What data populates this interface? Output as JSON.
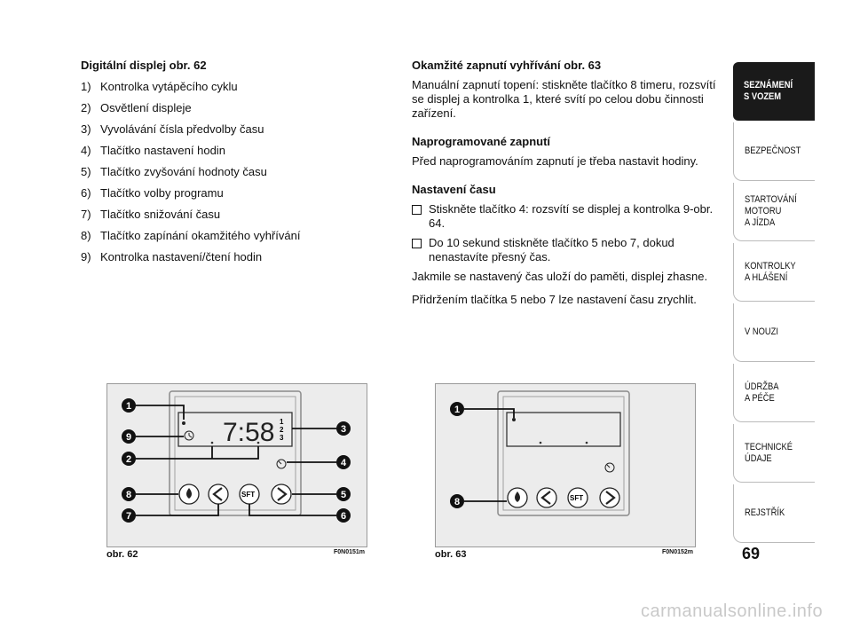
{
  "left": {
    "heading": "Digitální displej obr. 62",
    "items": [
      {
        "num": "1)",
        "text": "Kontrolka vytápěcího cyklu"
      },
      {
        "num": "2)",
        "text": "Osvětlení displeje"
      },
      {
        "num": "3)",
        "text": "Vyvolávání čísla předvolby času"
      },
      {
        "num": "4)",
        "text": "Tlačítko nastavení hodin"
      },
      {
        "num": "5)",
        "text": "Tlačítko zvyšování hodnoty času"
      },
      {
        "num": "6)",
        "text": "Tlačítko volby programu"
      },
      {
        "num": "7)",
        "text": "Tlačítko snižování času"
      },
      {
        "num": "8)",
        "text": "Tlačítko zapínání okamžitého vyhřívání"
      },
      {
        "num": "9)",
        "text": "Kontrolka nastavení/čtení hodin"
      }
    ]
  },
  "right": {
    "heading1": "Okamžité zapnutí vyhřívání obr. 63",
    "para1": "Manuální zapnutí topení: stiskněte tlačítko 8 timeru, rozsvítí se displej a kontrolka 1, které svítí po celou dobu činnosti zařízení.",
    "heading2": "Naprogramované zapnutí",
    "para2": "Před naprogramováním zapnutí je třeba nastavit hodiny.",
    "heading3": "Nastavení času",
    "bullets": [
      "Stiskněte tlačítko 4: rozsvítí se displej a kontrolka 9-obr. 64.",
      "Do 10 sekund stiskněte tlačítko 5 nebo 7, dokud nenastavíte přesný čas."
    ],
    "para3": "Jakmile se nastavený čas uloží do paměti, displej zhasne.",
    "para4": "Přidržením tlačítka 5 nebo 7 lze nastavení času zrychlit."
  },
  "figures": {
    "fig62": {
      "caption": "obr. 62",
      "code": "F0N0151m",
      "display_time": "7:58",
      "preset_digits": [
        "1",
        "2",
        "3"
      ],
      "button_label": "SFT",
      "callouts": [
        "1",
        "9",
        "2",
        "8",
        "7",
        "3",
        "4",
        "5",
        "6"
      ]
    },
    "fig63": {
      "caption": "obr. 63",
      "code": "F0N0152m",
      "button_label": "SFT",
      "callouts": [
        "1",
        "8"
      ]
    }
  },
  "sidebar": {
    "tabs": [
      {
        "label": "SEZNÁMENÍ\nS VOZEM",
        "active": true
      },
      {
        "label": "BEZPEČNOST",
        "active": false
      },
      {
        "label": "STARTOVÁNÍ\nMOTORU\nA JÍZDA",
        "active": false
      },
      {
        "label": "KONTROLKY\nA HLÁŠENÍ",
        "active": false
      },
      {
        "label": "V NOUZI",
        "active": false
      },
      {
        "label": "ÚDRŽBA\nA PÉČE",
        "active": false
      },
      {
        "label": "TECHNICKÉ\nÚDAJE",
        "active": false
      },
      {
        "label": "REJSTŘÍK",
        "active": false
      }
    ]
  },
  "page_number": "69",
  "watermark": "carmanualsonline.info"
}
